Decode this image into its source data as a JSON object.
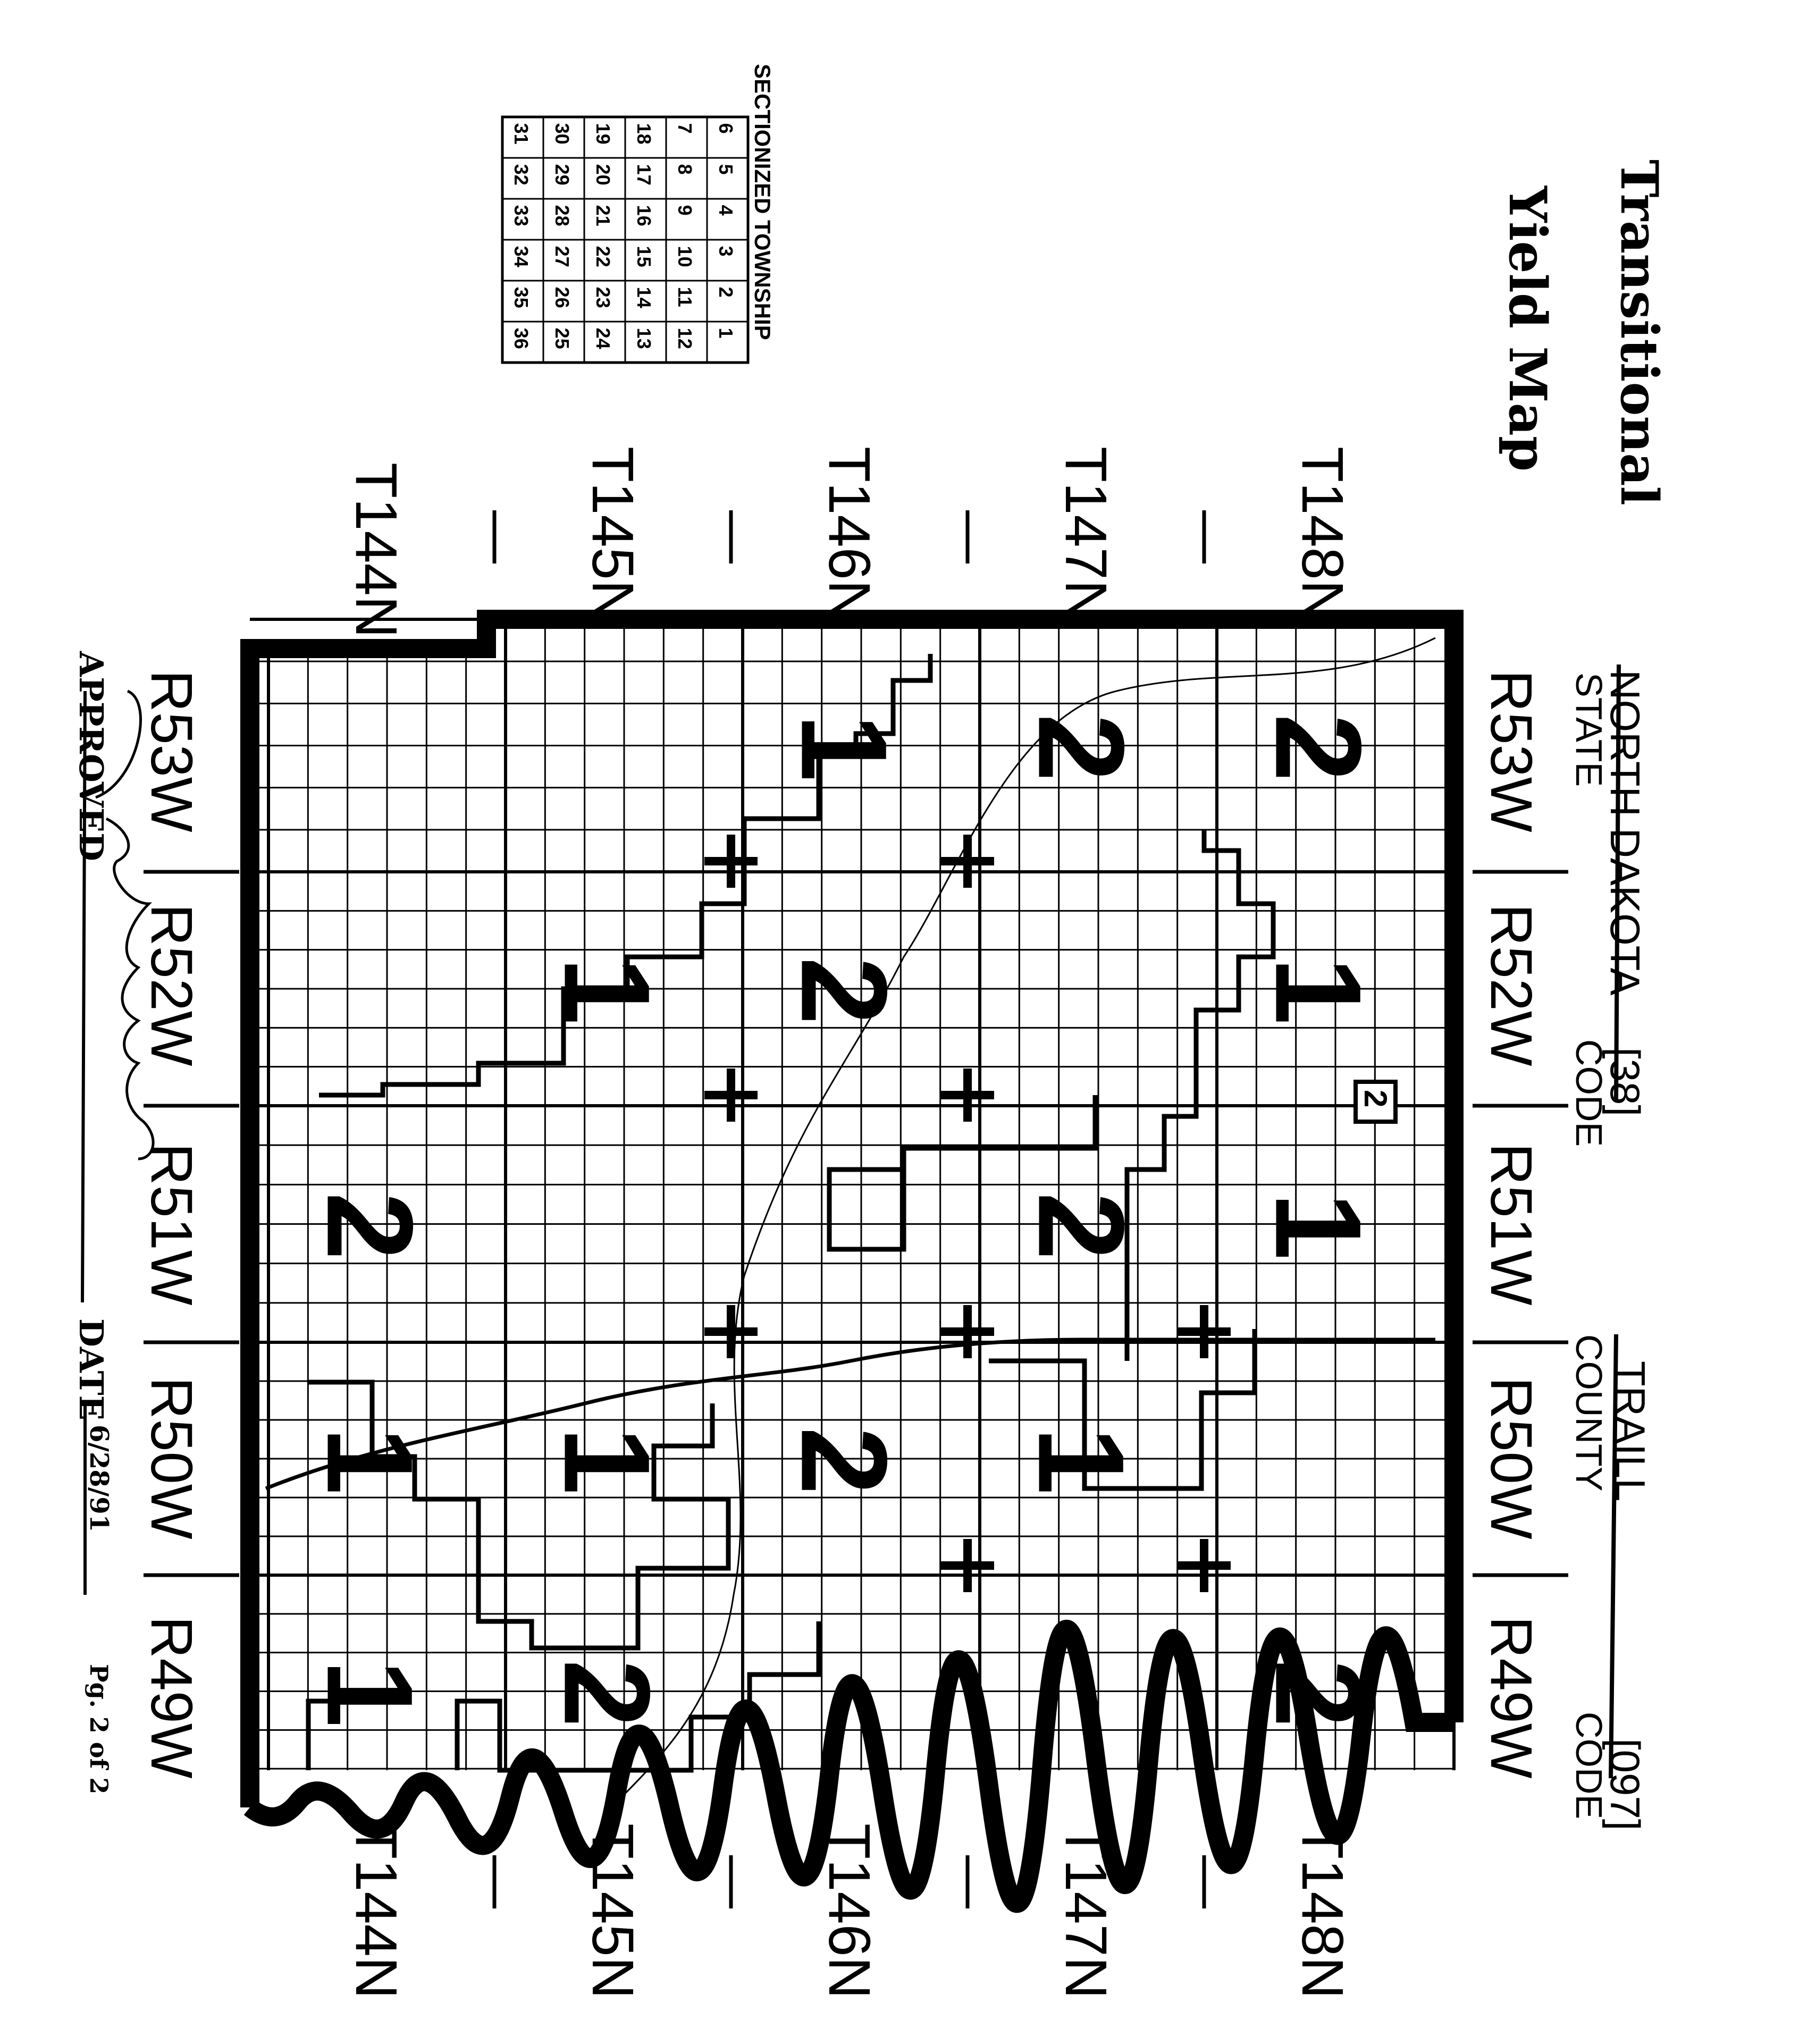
{
  "title": {
    "line1": "Transitional",
    "line2": "Yield Map"
  },
  "key": {
    "title": "SECTIONIZED TOWNSHIP",
    "rows": [
      [
        "6",
        "5",
        "4",
        "3",
        "2",
        "1"
      ],
      [
        "7",
        "8",
        "9",
        "10",
        "11",
        "12"
      ],
      [
        "18",
        "17",
        "16",
        "15",
        "14",
        "13"
      ],
      [
        "19",
        "20",
        "21",
        "22",
        "23",
        "24"
      ],
      [
        "30",
        "29",
        "28",
        "27",
        "26",
        "25"
      ],
      [
        "31",
        "32",
        "33",
        "34",
        "35",
        "36"
      ]
    ]
  },
  "header": {
    "state_name": "NORTH DAKOTA",
    "state_code": "[38]",
    "state_label": "STATE",
    "state_code_label": "CODE",
    "county_name": "TRAILL",
    "county_code": "[097]",
    "county_label": "COUNTY",
    "county_code_label": "CODE"
  },
  "townships": [
    "T148N",
    "T147N",
    "T146N",
    "T145N",
    "T144N"
  ],
  "ranges": [
    "R53W",
    "R52W",
    "R51W",
    "R50W",
    "R49W"
  ],
  "yield_zones": [
    {
      "value": "2",
      "township": "T148N",
      "range": "R53W"
    },
    {
      "value": "1",
      "township": "T148N",
      "range": "R52W"
    },
    {
      "value": "1",
      "township": "T148N",
      "range": "R51W"
    },
    {
      "value": "2",
      "township": "T148N",
      "range": "R49W"
    },
    {
      "value": "2",
      "township": "T147N",
      "range": "R53W"
    },
    {
      "value": "2",
      "township": "T147N",
      "range": "R51W"
    },
    {
      "value": "1",
      "township": "T147N",
      "range": "R50W"
    },
    {
      "value": "1",
      "township": "T146N",
      "range": "R53W"
    },
    {
      "value": "2",
      "township": "T146N",
      "range": "R52W"
    },
    {
      "value": "2",
      "township": "T146N",
      "range": "R50W"
    },
    {
      "value": "1",
      "township": "T145N",
      "range": "R52W"
    },
    {
      "value": "1",
      "township": "T145N",
      "range": "R50W"
    },
    {
      "value": "2",
      "township": "T145N",
      "range": "R49W"
    },
    {
      "value": "2",
      "township": "T144N",
      "range": "R51W"
    },
    {
      "value": "1",
      "township": "T144N",
      "range": "R50W"
    },
    {
      "value": "1",
      "township": "T144N",
      "range": "R49W"
    }
  ],
  "inset_code": "2",
  "footer": {
    "approved_label": "APPROVED",
    "date_label": "DATE",
    "date_value": "6/28/91",
    "page": "Pg. 2 of 2"
  }
}
